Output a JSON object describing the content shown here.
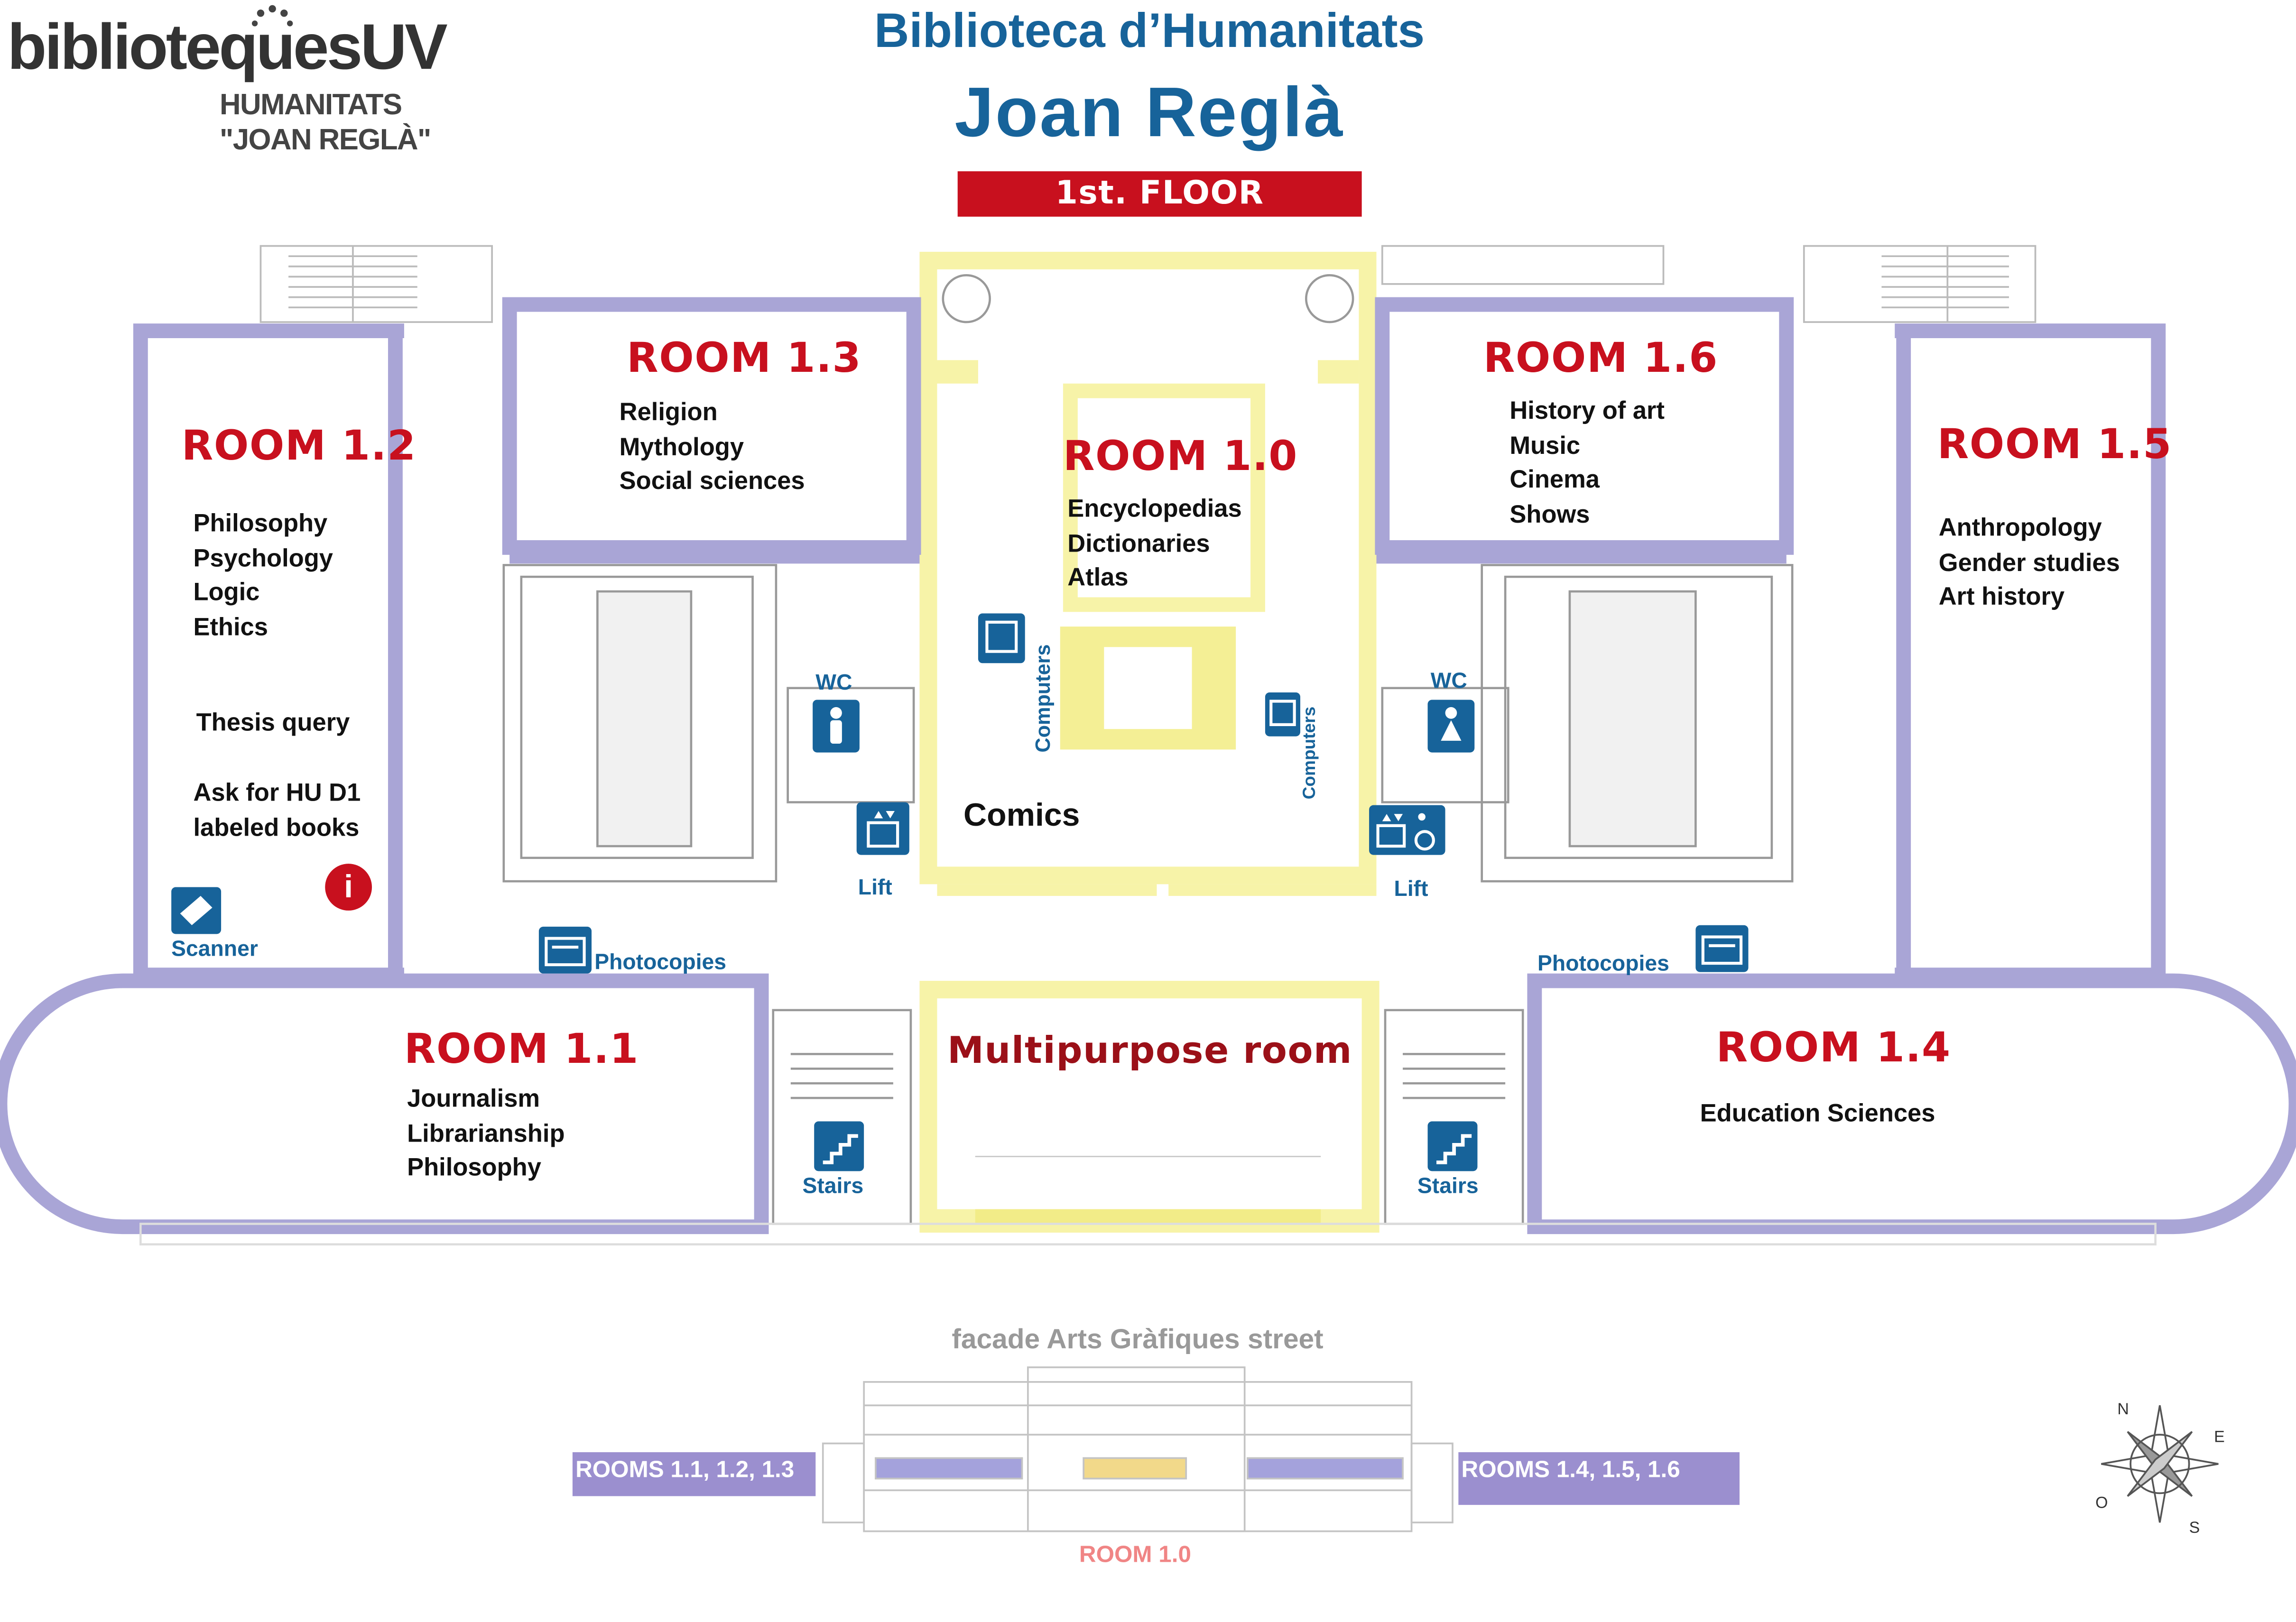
{
  "header": {
    "logo_text": "bibliotequesUV",
    "logo_subtitle_line1": "HUMANITATS",
    "logo_subtitle_line2": "\"JOAN REGLÀ\"",
    "title_line1": "Biblioteca d’Humanitats",
    "title_line2": "Joan Reglà",
    "floor_label": "1st. FLOOR"
  },
  "rooms": {
    "room_1_0": {
      "title": "ROOM 1.0",
      "subjects": [
        "Encyclopedias",
        "Dictionaries",
        "Atlas"
      ],
      "extra": "Comics"
    },
    "room_1_1": {
      "title": "ROOM 1.1",
      "subjects": [
        "Journalism",
        "Librarianship",
        "Philosophy"
      ]
    },
    "room_1_2": {
      "title": "ROOM 1.2",
      "subjects": [
        "Philosophy",
        "Psychology",
        "Logic",
        "Ethics"
      ],
      "thesis": "Thesis query",
      "ask_line1": "Ask for HU D1",
      "ask_line2": "labeled books"
    },
    "room_1_3": {
      "title": "ROOM 1.3",
      "subjects": [
        "Religion",
        "Mythology",
        "Social sciences"
      ]
    },
    "room_1_4": {
      "title": "ROOM 1.4",
      "subjects": [
        "Education Sciences"
      ]
    },
    "room_1_5": {
      "title": "ROOM 1.5",
      "subjects": [
        "Anthropology",
        "Gender studies",
        "Art history"
      ]
    },
    "room_1_6": {
      "title": "ROOM 1.6",
      "subjects": [
        "History of art",
        "Music",
        "Cinema",
        "Shows"
      ]
    },
    "multipurpose": {
      "title": "Multipurpose room"
    }
  },
  "services": {
    "wc_left": "WC",
    "wc_right": "WC",
    "lift_left": "Lift",
    "lift_right": "Lift",
    "stairs_left": "Stairs",
    "stairs_right": "Stairs",
    "photocopies_left": "Photocopies",
    "photocopies_right": "Photocopies",
    "scanner": "Scanner",
    "computers_left": "Computers",
    "computers_right": "Computers",
    "info_icon": "i"
  },
  "facade": {
    "title": "facade Arts Gràfiques street",
    "left_band": "ROOMS 1.1, 1.2, 1.3",
    "right_band": "ROOMS 1.4, 1.5, 1.6",
    "center_label": "ROOM 1.0"
  },
  "compass": {
    "n": "N",
    "e": "E",
    "s": "S",
    "o": "O"
  },
  "colors": {
    "wall": "#a9a5d6",
    "atrium": "#f7f3a8",
    "room_title": "#c8101e",
    "service": "#17639a",
    "header": "#17639a",
    "facade_band": "#9b8fcf"
  }
}
